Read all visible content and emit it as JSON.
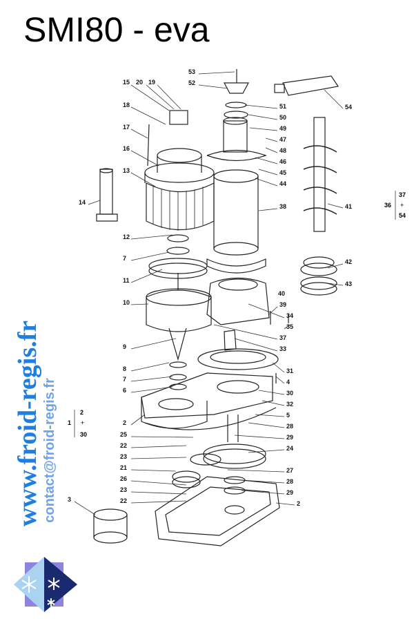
{
  "title": "SMI80 - eva",
  "watermark": {
    "site": "www.froid-regis.fr",
    "email": "contact@froid-regis.fr"
  },
  "callouts": [
    "15",
    "20",
    "19",
    "18",
    "17",
    "16",
    "13",
    "14",
    "12",
    "7",
    "11",
    "10",
    "9",
    "8",
    "7",
    "6",
    "2",
    "25",
    "22",
    "23",
    "21",
    "26",
    "23",
    "22",
    "3",
    "53",
    "52",
    "51",
    "50",
    "49",
    "47",
    "48",
    "46",
    "45",
    "44",
    "38",
    "54",
    "41",
    "42",
    "43",
    "40",
    "39",
    "34",
    "35",
    "37",
    "33",
    "31",
    "4",
    "30",
    "32",
    "5",
    "28",
    "29",
    "24",
    "27",
    "28",
    "29",
    "2"
  ],
  "groups": [
    {
      "id": "36",
      "from": "37",
      "plus": "+",
      "to": "54"
    },
    {
      "id": "1",
      "from": "2",
      "plus": "+",
      "to": "30"
    }
  ]
}
